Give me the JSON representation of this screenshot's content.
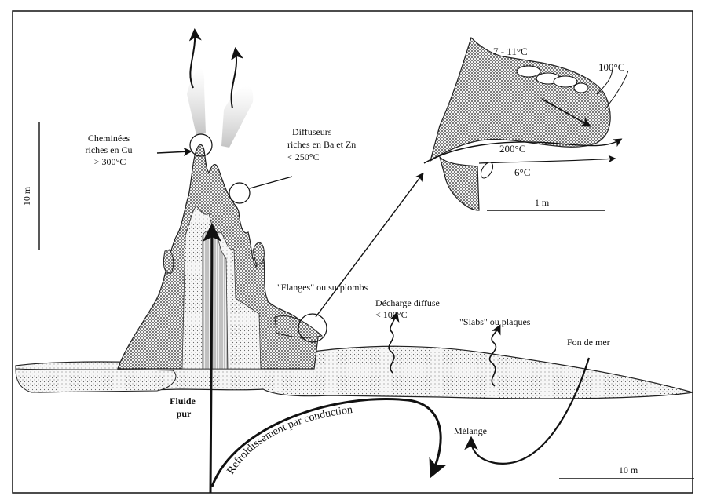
{
  "labels": {
    "cheminees": [
      "Cheminées",
      "riches en Cu",
      "> 300°C"
    ],
    "diffuseurs": [
      "Diffuseurs",
      "riches en Ba et Zn",
      "< 250°C"
    ],
    "scale_vertical": "10 m",
    "scale_inset": "1 m",
    "scale_bottom": "10 m",
    "inset_temp_top": "7 - 11°C",
    "inset_temp_right": "100°C",
    "inset_temp_mid": "200°C",
    "inset_temp_low": "6°C",
    "flanges": "\"Flanges\" ou surplombs",
    "decharge": [
      "Décharge diffuse",
      "< 100°C"
    ],
    "slabs": "\"Slabs\" ou plaques",
    "fond_de_mer": "Fon de mer",
    "fluide": [
      "Fluide",
      "pur"
    ],
    "refroidissement": "Refroidissement par conduction",
    "melange": "Mélange"
  }
}
